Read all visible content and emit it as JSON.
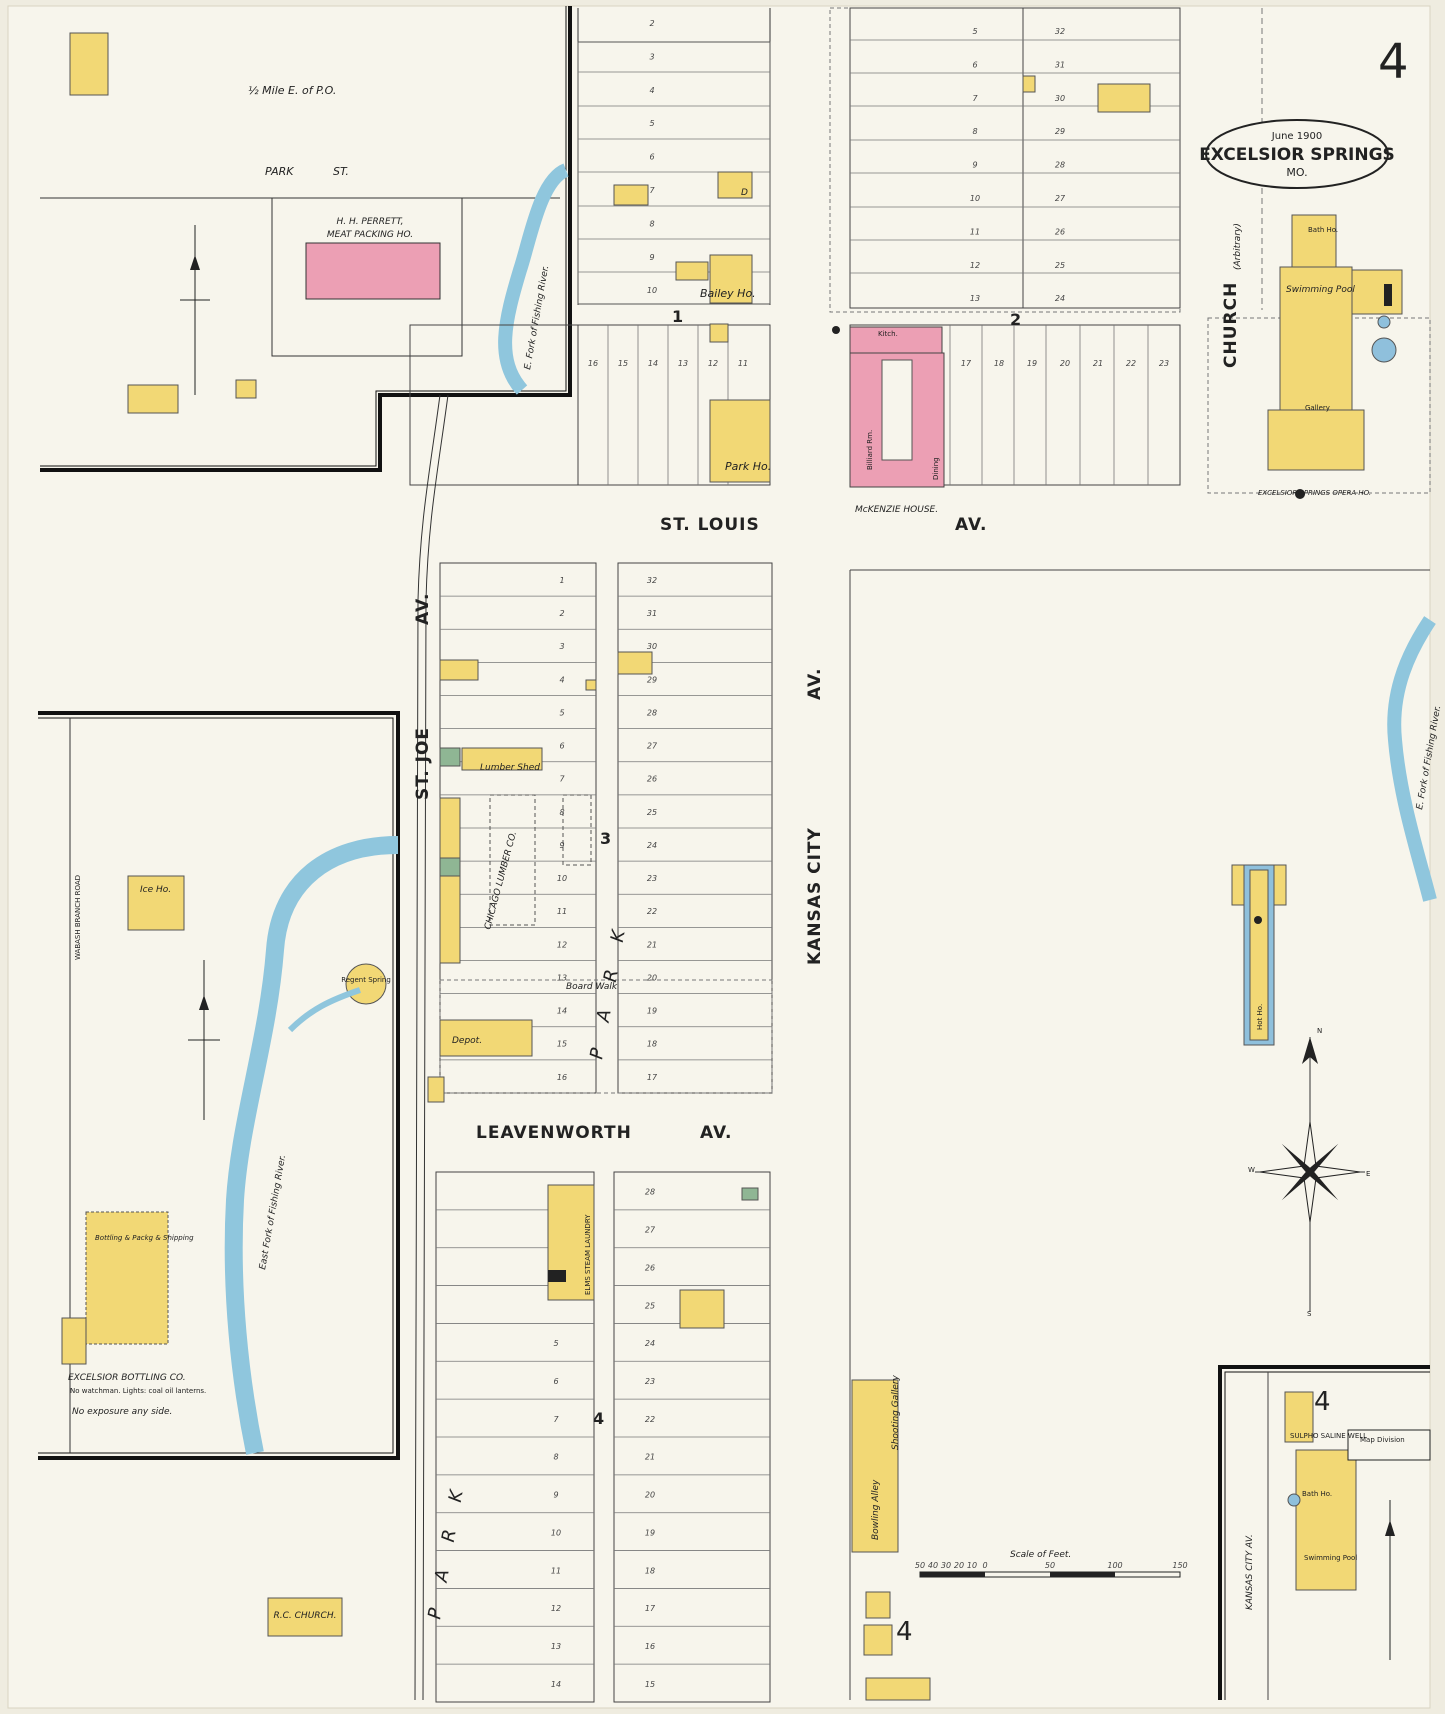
{
  "sheet": {
    "number": "4",
    "cartouche": {
      "date": "June 1900",
      "city": "EXCELSIOR SPRINGS",
      "state": "MO."
    }
  },
  "streets": {
    "park_st": [
      "PARK",
      "ST."
    ],
    "st_louis": [
      "ST. LOUIS",
      "AV."
    ],
    "st_joe": "ST. JOE",
    "st_joe_av": "AV.",
    "kansas_city": "KANSAS CITY",
    "kansas_city_av": "AV.",
    "leavenworth": [
      "LEAVENWORTH",
      "AV."
    ],
    "church": "CHURCH",
    "church_note": "(Arbitrary)",
    "kansas_city_inset": "KANSAS  CITY  AV."
  },
  "labels": {
    "half_mile": "½ Mile E. of P.O.",
    "perrett_line1": "H. H. PERRETT,",
    "perrett_line2": "MEAT PACKING HO.",
    "river_top": "E. Fork of Fishing River.",
    "river_mid": "East Fork of Fishing River.",
    "river_right": "E. Fork of Fishing River.",
    "bailey": "Bailey Ho.",
    "park_ho": "Park Ho.",
    "mckenzie": "McKENZIE HOUSE.",
    "opera": "EXCELSIOR SPRINGS OPERA HO.",
    "swimming_pool": "Swimming Pool",
    "bath": "Bath Ho.",
    "gallery": "Gallery",
    "lumber_shed": "Lumber Shed",
    "chicago_lumber": "CHICAGO LUMBER CO.",
    "depot": "Depot.",
    "regent": "Regent Spring",
    "ice": "Ice Ho.",
    "bottling_title": "EXCELSIOR BOTTLING CO.",
    "bottling_note": "No watchman. Lights: coal oil lanterns.",
    "bottling_exposure": "No exposure any side.",
    "bottling_bldg": "Bottling & Packg & Shipping",
    "rc_church": "R.C. CHURCH.",
    "bowling": "Bowling Alley",
    "shooting": "Shooting Gallery",
    "board_walk": "Board Walk",
    "park_vertical": "PARK",
    "park_vertical2": "PARK",
    "elms": "ELMS STEAM LAUNDRY",
    "wabash": "WABASH BRANCH ROAD",
    "kitch": "Kitch.",
    "billiard": "Billiard Rm.",
    "dining": "Dining",
    "sulpho": "SULPHO SALINE WELL",
    "bath_inset": "Bath Ho.",
    "pool_inset": "Swimming Pool",
    "map_division": "Map Division",
    "hot_ho": "Hot Ho.",
    "dwelling": "D"
  },
  "block_numbers": [
    "1",
    "2",
    "3",
    "4",
    "4",
    "4"
  ],
  "scale": {
    "title": "Scale of Feet.",
    "ticks": [
      "50",
      "40",
      "30",
      "20",
      "10",
      "0",
      "50",
      "100",
      "150"
    ]
  },
  "compass": {
    "n": "N",
    "s": "S",
    "e": "E",
    "w": "W"
  },
  "lot_numbers": {
    "top_left_col": [
      "2",
      "3",
      "4",
      "5",
      "6",
      "7",
      "8",
      "9",
      "10"
    ],
    "top_mid_col": [
      "5",
      "6",
      "7",
      "8",
      "9",
      "10",
      "11",
      "12",
      "13"
    ],
    "top_mid_col2": [
      "32",
      "31",
      "30",
      "29",
      "28",
      "27",
      "26",
      "25",
      "24"
    ],
    "block3_left": [
      "1",
      "2",
      "3",
      "4",
      "5",
      "6",
      "7",
      "8",
      "9",
      "10",
      "11",
      "12",
      "13",
      "14",
      "15",
      "16"
    ],
    "block3_right": [
      "32",
      "31",
      "30",
      "29",
      "28",
      "27",
      "26",
      "25",
      "24",
      "23",
      "22",
      "21",
      "20",
      "19",
      "18",
      "17"
    ],
    "block4_right": [
      "28",
      "27",
      "26",
      "25",
      "24",
      "23",
      "22",
      "21",
      "20",
      "19",
      "18",
      "17",
      "16",
      "15"
    ],
    "block4_left": [
      "5",
      "6",
      "7",
      "8",
      "9",
      "10",
      "11",
      "12",
      "13",
      "14"
    ],
    "block1_row": [
      "16",
      "15",
      "14",
      "13",
      "12",
      "11"
    ],
    "block2_row": [
      "17",
      "18",
      "19",
      "20",
      "21",
      "22",
      "23"
    ]
  },
  "colors": {
    "paper": "#f3f1e6",
    "frame": "#f7f5ec",
    "frame_yellow": "#f2d875",
    "brick_pink": "#ec9fb4",
    "water_blue": "#8fc6dd",
    "stone_blue": "#8fc0dc",
    "green": "#8fb694",
    "line": "#2a2a2a"
  }
}
